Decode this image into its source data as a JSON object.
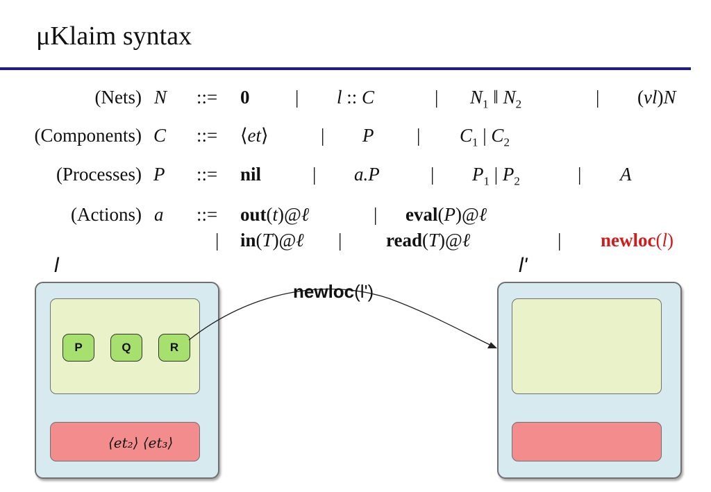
{
  "title": "μKlaim syntax",
  "grammar": {
    "nets": {
      "category": "(Nets)",
      "symbol": "N",
      "def": ":="
    },
    "components": {
      "category": "(Components)",
      "symbol": "C"
    },
    "processes": {
      "category": "(Processes)",
      "symbol": "P"
    },
    "actions": {
      "category": "(Actions)",
      "symbol": "a"
    }
  },
  "diagram": {
    "left_location": "l",
    "right_location": "l'",
    "processes": [
      "P",
      "Q",
      "R"
    ],
    "tuple1": "⟨et₂⟩",
    "tuple2": "⟨et₃⟩",
    "arrow_label_bold": "newloc",
    "arrow_label_arg": "(l')"
  },
  "colors": {
    "rule": "#1a1aa0",
    "highlight": "#d21b1b",
    "location_fill": "#d6eaf0",
    "process_area": "#e9f2c9",
    "tuple_area": "#f38c8c",
    "process_button": "#a8e06f"
  }
}
